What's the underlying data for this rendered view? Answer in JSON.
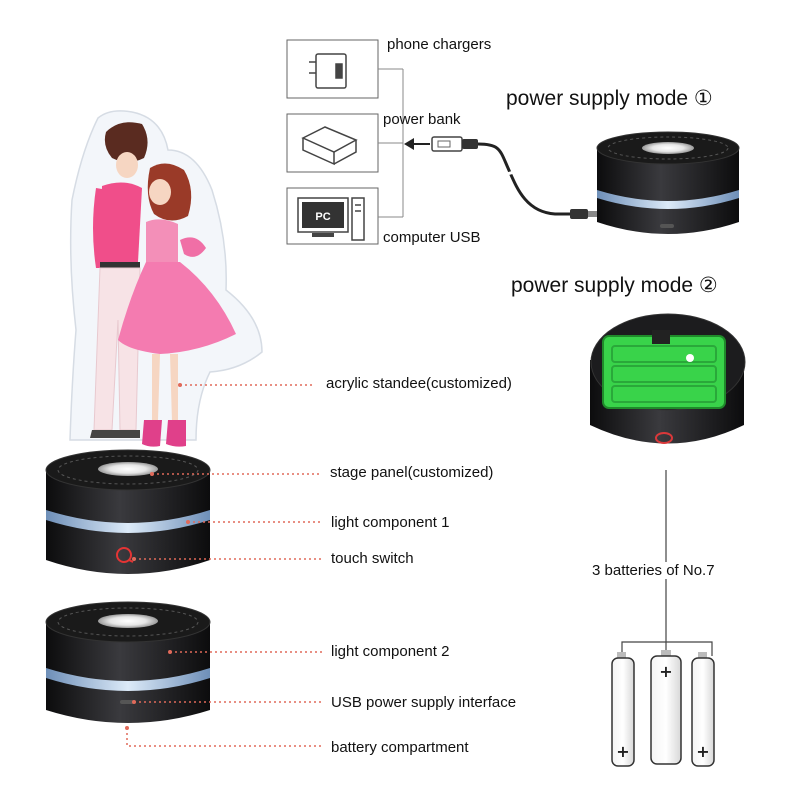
{
  "sources": {
    "phone_chargers": "phone chargers",
    "power_bank": "power bank",
    "computer_usb": "computer USB",
    "pc_text": "PC"
  },
  "modes": {
    "mode1": "power supply mode ①",
    "mode2": "power supply mode ②"
  },
  "callouts": {
    "acrylic_standee": "acrylic standee(customized)",
    "stage_panel": "stage panel(customized)",
    "light_component_1": "light component 1",
    "touch_switch": "touch switch",
    "light_component_2": "light component 2",
    "usb_interface": "USB power supply interface",
    "battery_compartment": "battery compartment"
  },
  "batteries": {
    "label": "3 batteries of No.7",
    "count": 3
  },
  "colors": {
    "leader_dots": "#e06a5a",
    "base_black": "#1d1d1f",
    "light_ring": "#a9c8e8",
    "battery_green": "#39d34a",
    "dress_pink": "#f06fa6"
  }
}
